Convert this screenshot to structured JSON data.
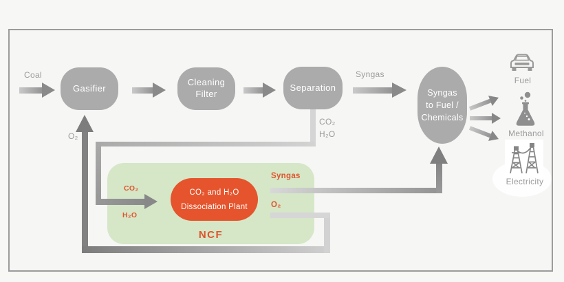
{
  "nodes": {
    "gasifier": "Gasifier",
    "cleaning_filter": "Cleaning Filter",
    "separation": "Separation",
    "syngas_to_fuel": {
      "line1": "Syngas",
      "line2": "to Fuel /",
      "line3": "Chemicals"
    },
    "dissociation": {
      "line1": "CO₂ and H₂O",
      "line2": "Dissociation Plant"
    },
    "ncf_zone": "NCF"
  },
  "flow_labels": {
    "coal": "Coal",
    "syngas": "Syngas",
    "o2_recycle": "O₂",
    "co2_from_separation": "CO₂",
    "h2o_from_separation": "H₂O",
    "co2_input": "CO₂",
    "h2o_input": "H₂O",
    "syngas_output": "Syngas",
    "o2_output": "O₂"
  },
  "outputs": [
    {
      "icon": "car-icon",
      "label": "Fuel"
    },
    {
      "icon": "flask-icon",
      "label": "Methanol"
    },
    {
      "icon": "pylon-icon",
      "label": "Electricity"
    }
  ],
  "colors": {
    "node_gray": "#ababab",
    "label_gray": "#9b9b9b",
    "arrow_dark": "#868686",
    "line_light": "#d6d6d6",
    "ncf_green": "#d5e7c7",
    "accent_orange": "#e5542c"
  }
}
